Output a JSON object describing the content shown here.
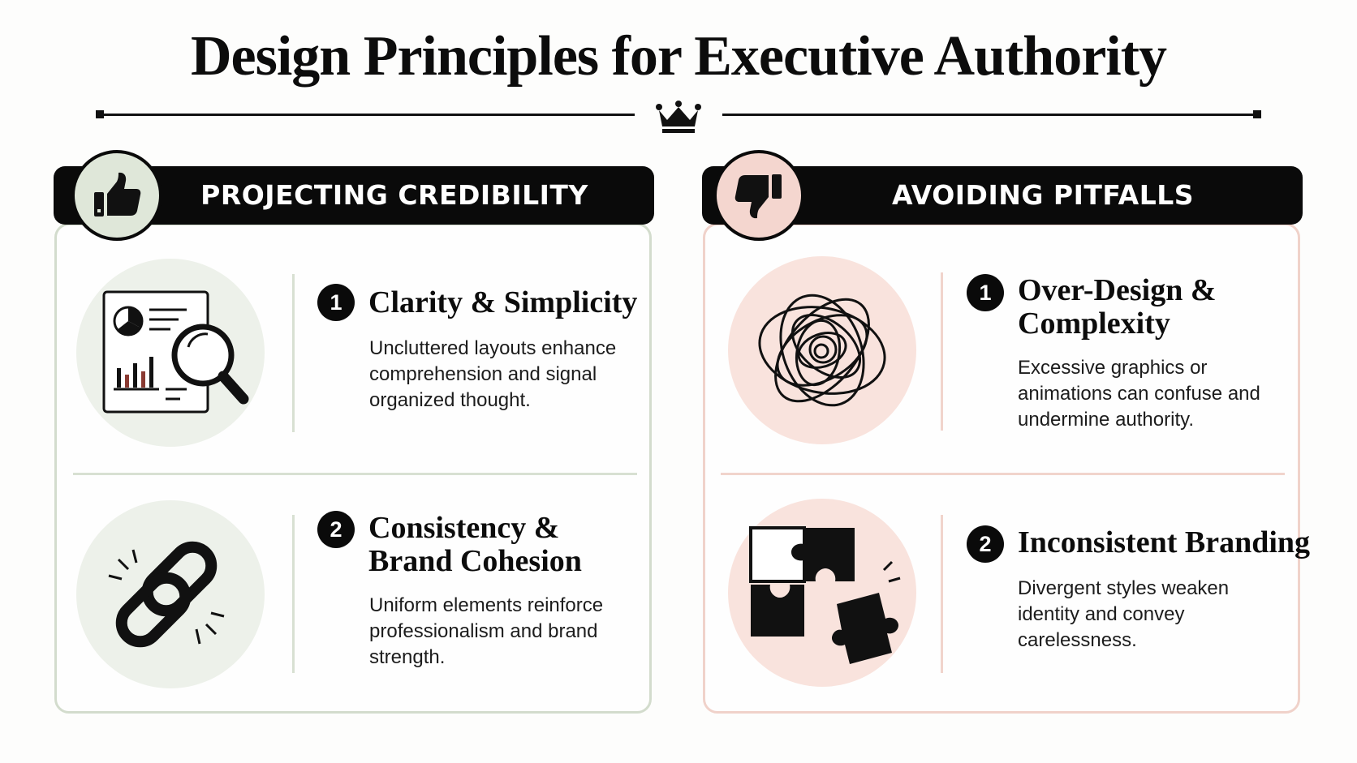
{
  "title": "Design Principles for Executive Authority",
  "colors": {
    "ink": "#0a0a0a",
    "good_tint": "#dfe7d9",
    "good_border": "#d3dccd",
    "bad_tint": "#f4d6cf",
    "bad_border": "#f0d2ca"
  },
  "left": {
    "header": "PROJECTING CREDIBILITY",
    "badge_icon": "thumbs-up-icon",
    "items": [
      {
        "number": "1",
        "title": "Clarity & Simplicity",
        "description": "Uncluttered layouts enhance comprehension and signal organized thought.",
        "icon": "report-magnifier-icon"
      },
      {
        "number": "2",
        "title_line1": "Consistency &",
        "title_line2": "Brand Cohesion",
        "description": "Uniform elements reinforce professionalism and brand strength.",
        "icon": "chain-link-icon"
      }
    ]
  },
  "right": {
    "header": "AVOIDING PITFALLS",
    "badge_icon": "thumbs-down-icon",
    "items": [
      {
        "number": "1",
        "title_line1": "Over-Design &",
        "title_line2": "Complexity",
        "description": "Excessive graphics or animations can confuse and undermine authority.",
        "icon": "scribble-icon"
      },
      {
        "number": "2",
        "title": "Inconsistent Branding",
        "description": "Divergent styles weaken identity and convey carelessness.",
        "icon": "puzzle-pieces-icon"
      }
    ]
  }
}
